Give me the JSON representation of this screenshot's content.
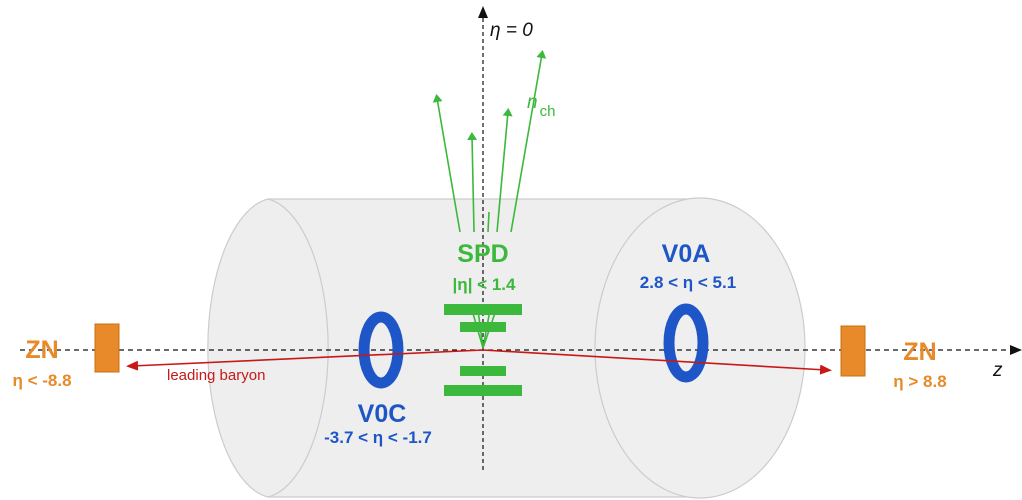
{
  "colors": {
    "green": "#3cb83c",
    "blue": "#1f56c7",
    "orange": "#e88a2a",
    "red": "#c81818",
    "barrel_fill": "#eeeeee",
    "barrel_stroke": "#cccccc",
    "axis": "#111111"
  },
  "axis": {
    "eta_zero_label": "η = 0",
    "z_label": "z"
  },
  "tracks": {
    "label_main": "n",
    "label_sub": "ch"
  },
  "spd": {
    "name": "SPD",
    "range": "|η| < 1.4"
  },
  "v0a": {
    "name": "V0A",
    "range": "2.8 < η < 5.1"
  },
  "v0c": {
    "name": "V0C",
    "range": "-3.7 < η < -1.7"
  },
  "zn_left": {
    "name": "ZN",
    "range": "η < -8.8"
  },
  "zn_right": {
    "name": "ZN",
    "range": "η > 8.8"
  },
  "baryon": {
    "label": "leading baryon"
  }
}
